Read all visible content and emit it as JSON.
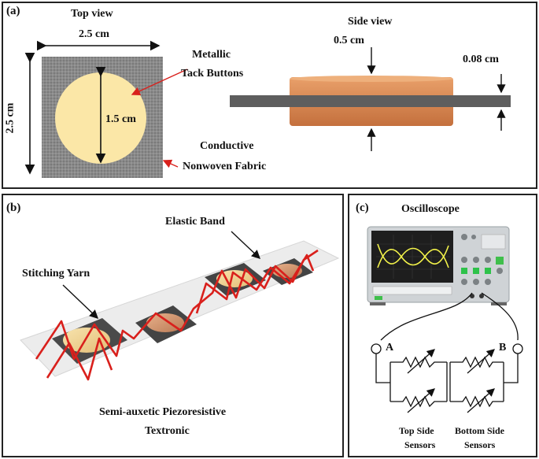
{
  "panel_a": {
    "tag": "(a)",
    "top_view_title": "Top view",
    "width_dim": "2.5 cm",
    "height_dim": "2.5 cm",
    "button_dim": "1.5 cm",
    "metallic_line1": "Metallic",
    "metallic_line2": "Tack Buttons",
    "conductive_line1": "Conductive",
    "conductive_line2": "Nonwoven Fabric",
    "side_view_title": "Side view",
    "button_thickness": "0.5 cm",
    "fabric_thickness": "0.08 cm"
  },
  "panel_b": {
    "tag": "(b)",
    "elastic_band": "Elastic Band",
    "stitching_yarn": "Stitching Yarn",
    "caption_line1": "Semi-auxetic Piezoresistive",
    "caption_line2": "Textronic"
  },
  "panel_c": {
    "tag": "(c)",
    "title": "Oscilloscope",
    "node_a": "A",
    "node_b": "B",
    "top_sensors_line1": "Top Side",
    "top_sensors_line2": "Sensors",
    "bottom_sensors_line1": "Bottom Side",
    "bottom_sensors_line2": "Sensors"
  },
  "colors": {
    "button_fill": "#fbe7a7",
    "fabric_gray": "#8a8a8a",
    "copper": "#d98d55",
    "red_yarn": "#d9201c",
    "scope_wave": "#f2f24a"
  }
}
